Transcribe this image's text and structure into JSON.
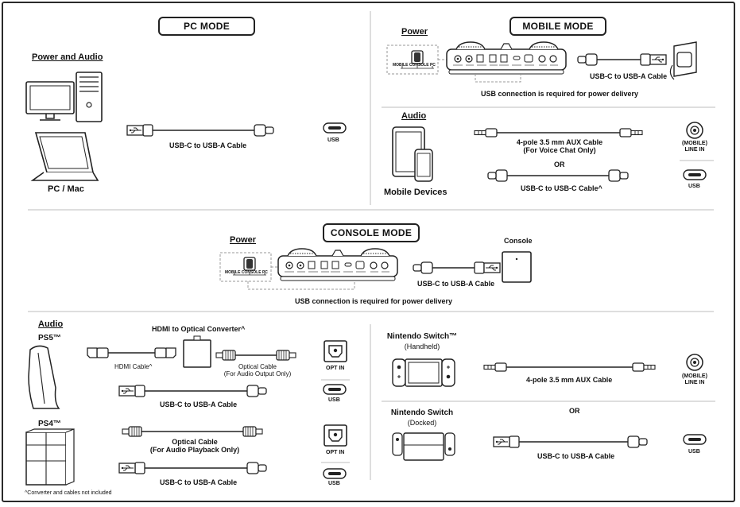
{
  "pc_mode": {
    "title": "PC MODE",
    "power_audio_heading": "Power and Audio",
    "device_label": "PC / Mac",
    "cable_label": "USB-C to USB-A Cable",
    "port_label": "USB"
  },
  "mobile_mode": {
    "title": "MOBILE MODE",
    "power_heading": "Power",
    "switch_label": "MOBILE CONSOLE PC",
    "cable_label": "USB-C to USB-A Cable",
    "note": "USB connection is required for power delivery",
    "audio_heading": "Audio",
    "device_label": "Mobile Devices",
    "aux_cable_label_1": "4-pole 3.5 mm AUX Cable",
    "aux_cable_label_2": "(For Voice Chat Only)",
    "or_label": "OR",
    "usbc_cable_label": "USB-C to USB-C Cable^",
    "line_in_label_1": "(MOBILE)",
    "line_in_label_2": "LINE IN",
    "usb_port_label": "USB"
  },
  "console_mode": {
    "title": "CONSOLE MODE",
    "power_heading": "Power",
    "switch_label": "MOBILE CONSOLE PC",
    "console_label": "Console",
    "cable_label": "USB-C to USB-A Cable",
    "note": "USB connection is required for power delivery"
  },
  "console_audio": {
    "audio_heading": "Audio",
    "ps5_label": "PS5™",
    "ps4_label": "PS4™",
    "converter_label": "HDMI to Optical Converter^",
    "hdmi_cable_label": "HDMI Cable^",
    "optical_output_label_1": "Optical Cable",
    "optical_output_label_2": "(For Audio Output Only)",
    "opt_in_label": "OPT IN",
    "usb_label": "USB",
    "usb_cable_label": "USB-C to USB-A Cable",
    "optical_playback_label_1": "Optical Cable",
    "optical_playback_label_2": "(For Audio Playback Only)",
    "footnote": "^Converter and cables not included"
  },
  "nintendo": {
    "handheld_title": "Nintendo Switch™",
    "handheld_sub": "(Handheld)",
    "docked_title": "Nintendo Switch",
    "docked_sub": "(Docked)",
    "aux_label": "4-pole 3.5 mm AUX Cable",
    "or_label": "OR",
    "usb_cable_label": "USB-C to USB-A Cable",
    "line_in_label_1": "(MOBILE)",
    "line_in_label_2": "LINE IN",
    "usb_port_label": "USB"
  }
}
